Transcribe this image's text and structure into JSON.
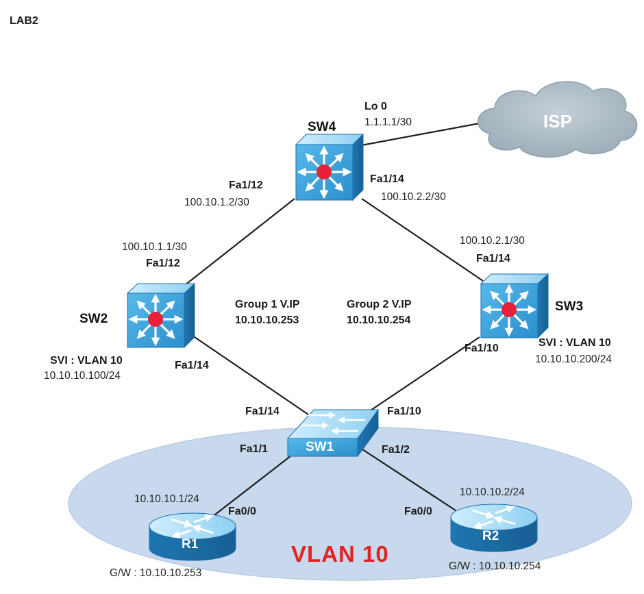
{
  "page": {
    "title": "LAB2"
  },
  "colors": {
    "device_fill": "#3aa3dd",
    "device_dark": "#1b6ea8",
    "device_light": "#a9dbf6",
    "hub_center": "#e8203a",
    "vlan_ellipse": "#c6d8ee",
    "cloud": "#adbac3",
    "link": "#222222",
    "vlan_label": "#e32222"
  },
  "isp": {
    "label": "ISP",
    "icon": "cloud-icon"
  },
  "sw4": {
    "name": "SW4",
    "icon": "multilayer-switch-icon",
    "lo0_label": "Lo 0",
    "lo0_ip": "1.1.1.1/30",
    "left_if": "Fa1/12",
    "left_ip": "100.10.1.2/30",
    "right_if": "Fa1/14",
    "right_ip": "100.10.2.2/30"
  },
  "sw2": {
    "name": "SW2",
    "icon": "multilayer-switch-icon",
    "up_ip": "100.10.1.1/30",
    "up_if": "Fa1/12",
    "svi": "SVI : VLAN 10",
    "svi_ip": "10.10.10.100/24",
    "down_if": "Fa1/14"
  },
  "sw3": {
    "name": "SW3",
    "icon": "multilayer-switch-icon",
    "up_ip": "100.10.2.1/30",
    "up_if": "Fa1/14",
    "svi": "SVI : VLAN 10",
    "svi_ip": "10.10.10.200/24",
    "down_if": "Fa1/10"
  },
  "groups": {
    "g1_label": "Group 1 V.IP",
    "g1_ip": "10.10.10.253",
    "g2_label": "Group 2 V.IP",
    "g2_ip": "10.10.10.254"
  },
  "sw1": {
    "name": "SW1",
    "icon": "workgroup-switch-icon",
    "left_up_if": "Fa1/14",
    "right_up_if": "Fa1/10",
    "left_down_if": "Fa1/1",
    "right_down_if": "Fa1/2"
  },
  "r1": {
    "name": "R1",
    "icon": "router-icon",
    "ip": "10.10.10.1/24",
    "if": "Fa0/0",
    "gw": "G/W : 10.10.10.253"
  },
  "r2": {
    "name": "R2",
    "icon": "router-icon",
    "ip": "10.10.10.2/24",
    "if": "Fa0/0",
    "gw": "G/W : 10.10.10.254"
  },
  "vlan": {
    "label": "VLAN 10"
  }
}
